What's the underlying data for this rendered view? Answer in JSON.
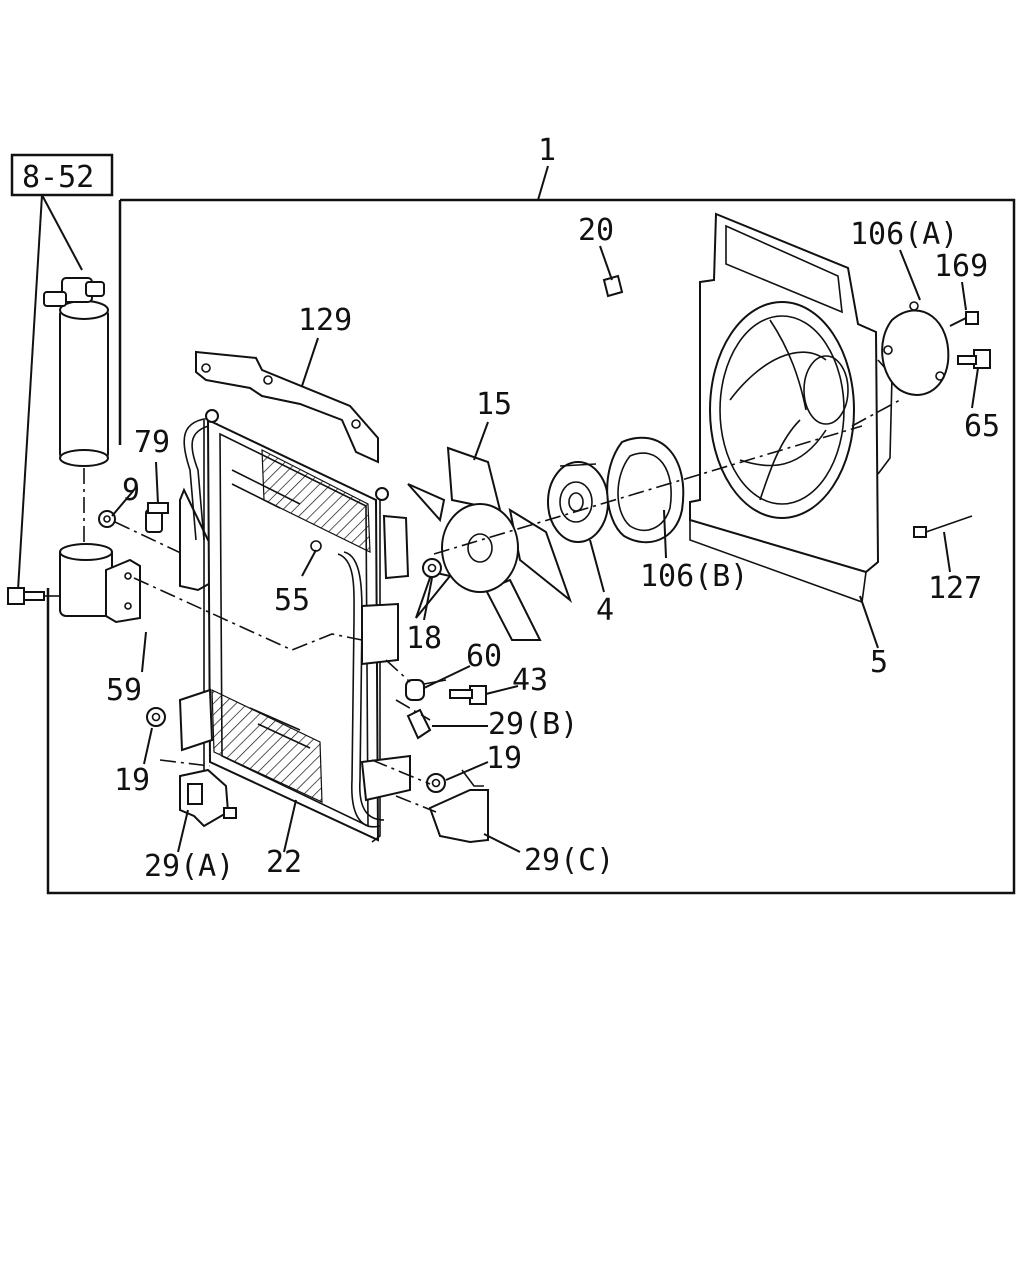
{
  "ref_box": "8-52",
  "callouts": {
    "c1": "1",
    "c20": "20",
    "c106a": "106(A)",
    "c169": "169",
    "c65": "65",
    "c129": "129",
    "c15": "15",
    "c79": "79",
    "c9": "9",
    "c55": "55",
    "c106b": "106(B)",
    "c127": "127",
    "c4": "4",
    "c5": "5",
    "c18": "18",
    "c60": "60",
    "c43": "43",
    "c59": "59",
    "c29b": "29(B)",
    "c19a": "19",
    "c19b": "19",
    "c29a": "29(A)",
    "c22": "22",
    "c29c": "29(C)"
  }
}
